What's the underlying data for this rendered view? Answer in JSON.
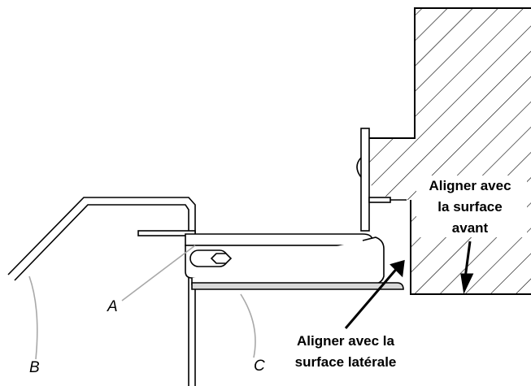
{
  "callouts": {
    "a": "A",
    "b": "B",
    "c": "C"
  },
  "notes": {
    "front_line1": "Aligner avec",
    "front_line2": "la surface",
    "front_line3": "avant",
    "side_line1": "Aligner avec la",
    "side_line2": "surface latérale"
  },
  "colors": {
    "line": "#000000",
    "leader": "#a8a8a8",
    "shelf": "#d9d9d9"
  }
}
